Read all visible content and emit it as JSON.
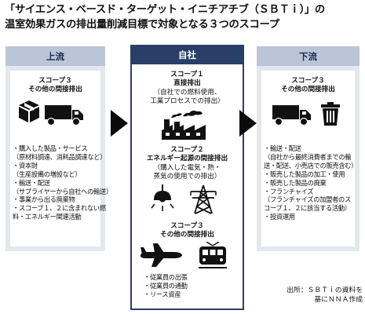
{
  "title": {
    "line1": "「サイエンス・ベースド・ターゲット・イニチアチブ（ＳＢＴｉ）」の",
    "line2": "温室効果ガスの排出量削減目標で対象となる３つのスコープ"
  },
  "upstream": {
    "header": "上流",
    "scope_title": "スコープ３",
    "scope_subtitle": "その他の間接排出",
    "items": [
      "・購入した製品・サービス",
      "（原材料調達、消耗品調達など）",
      "・資本財",
      "（生産設備の増設など）",
      "・輸送・配送",
      "（サプライヤーから自社への輸送）",
      "・事業から出る廃棄物",
      "・スコープ１、２に含まれない燃",
      "料・エネルギー関連活動"
    ]
  },
  "self": {
    "header": "自社",
    "scope1": {
      "title": "スコープ１",
      "subtitle": "直接排出",
      "note1": "（自社での燃料使用、",
      "note2": "工業プロセスでの排出）"
    },
    "scope2": {
      "title": "スコープ２",
      "subtitle": "エネルギー起源の間接排出",
      "note1": "（購入した電気・熱・",
      "note2": "蒸気の使用での排出）"
    },
    "scope3": {
      "title": "スコープ３",
      "subtitle": "その他の間接排出",
      "items": [
        "・従業員の出張",
        "・従業員の通勤",
        "・リース資産"
      ]
    }
  },
  "downstream": {
    "header": "下流",
    "scope_title": "スコープ３",
    "scope_subtitle": "その他の間接排出",
    "items": [
      "・輸送・配送",
      "（自社から最終消費者までの輸",
      "送・配送、小売店での販売含む）",
      "・販売した製品の加工・使用",
      "・販売した製品の廃棄",
      "・フランチャイズ",
      "（フランチャイズの加盟者のス",
      "コープ１、２に該当する活動）",
      "・投資運用"
    ]
  },
  "source": {
    "line1": "出所：ＳＢＴｉの資料を",
    "line2": "基にＮＮＡ作成"
  },
  "icons": {
    "upstream": [
      "box-icon",
      "truck-icon"
    ],
    "self_scope1": [
      "factory-icon"
    ],
    "self_scope2": [
      "lamp-icon",
      "power-tower-icon"
    ],
    "self_scope3": [
      "airplane-icon",
      "train-icon"
    ],
    "downstream": [
      "truck-icon",
      "trash-can-icon"
    ]
  },
  "colors": {
    "navy": "#2a3f68",
    "light_header": "#bac5d8",
    "panel_bg": "#e3e7ee",
    "icon": "#111111"
  }
}
